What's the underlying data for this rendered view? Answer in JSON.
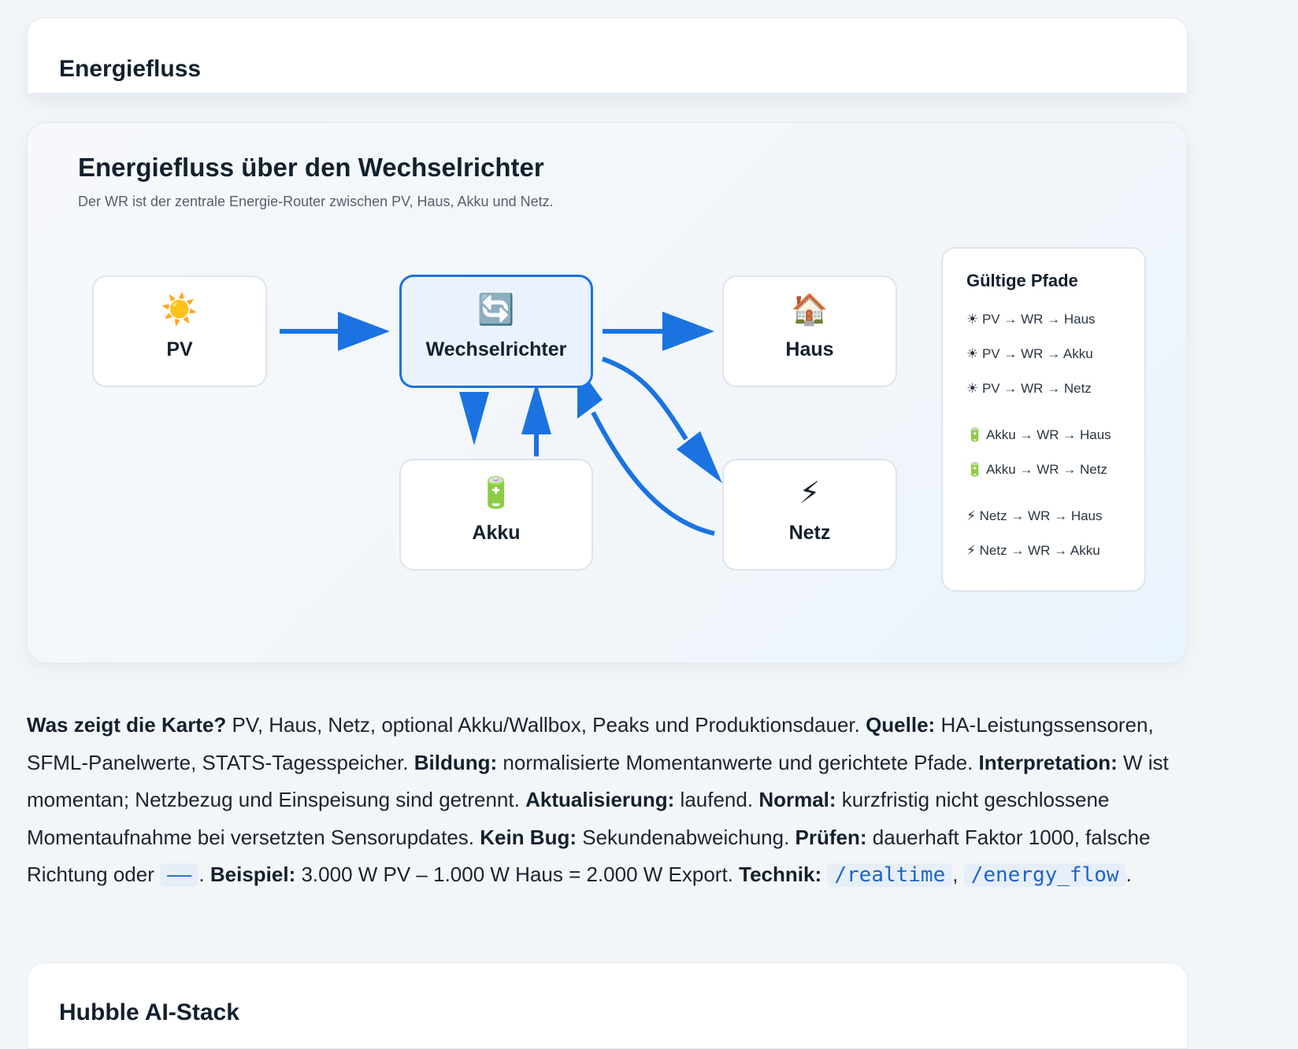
{
  "section_top": {
    "title": "Energiefluss"
  },
  "flow": {
    "title": "Energiefluss über den Wechselrichter",
    "subtitle": "Der WR ist der zentrale Energie-Router zwischen PV, Haus, Akku und Netz.",
    "nodes": {
      "pv": {
        "icon": "☀️",
        "label": "PV"
      },
      "wr": {
        "icon": "🔄",
        "label": "Wechselrichter"
      },
      "haus": {
        "icon": "🏠",
        "label": "Haus"
      },
      "akku": {
        "icon": "🔋",
        "label": "Akku"
      },
      "netz": {
        "icon": "⚡",
        "label": "Netz"
      }
    },
    "arrow_color": "#1a73e0",
    "legend": {
      "title": "Gültige Pfade",
      "items": [
        "☀ PV → WR → Haus",
        "☀ PV → WR → Akku",
        "☀ PV → WR → Netz",
        "🔋 Akku → WR → Haus",
        "🔋 Akku → WR → Netz",
        "⚡ Netz → WR → Haus",
        "⚡ Netz → WR → Akku"
      ]
    }
  },
  "description": {
    "q1_label": "Was zeigt die Karte?",
    "q1_text": " PV, Haus, Netz, optional Akku/Wallbox, Peaks und Produktionsdauer. ",
    "q2_label": "Quelle:",
    "q2_text": " HA-Leistungssensoren, SFML-Panelwerte, STATS-Tagesspeicher. ",
    "q3_label": "Bildung:",
    "q3_text": " normalisierte Momentanwerte und gerichtete Pfade. ",
    "q4_label": "Interpretation:",
    "q4_text": " W ist momentan; Netzbezug und Einspeisung sind getrennt. ",
    "q5_label": "Aktualisierung:",
    "q5_text": " laufend. ",
    "q6_label": "Normal:",
    "q6_text": " kurzfristig nicht geschlossene Momentaufnahme bei versetzten Sensorupdates. ",
    "q7_label": "Kein Bug:",
    "q7_text": " Sekundenabweichung. ",
    "q8_label": "Prüfen:",
    "q8_text": " dauerhaft Faktor 1000, falsche Richtung oder ",
    "q8_code": "——",
    "q8_end": ". ",
    "q9_label": "Beispiel:",
    "q9_text": " 3.000 W PV – 1.000 W Haus = 2.000 W Export. ",
    "q10_label": "Technik:",
    "q10_sep_before": " ",
    "code1": "/realtime",
    "sep": ", ",
    "code2": "/energy_flow",
    "end": "."
  },
  "section_bottom": {
    "title": "Hubble AI-Stack"
  }
}
